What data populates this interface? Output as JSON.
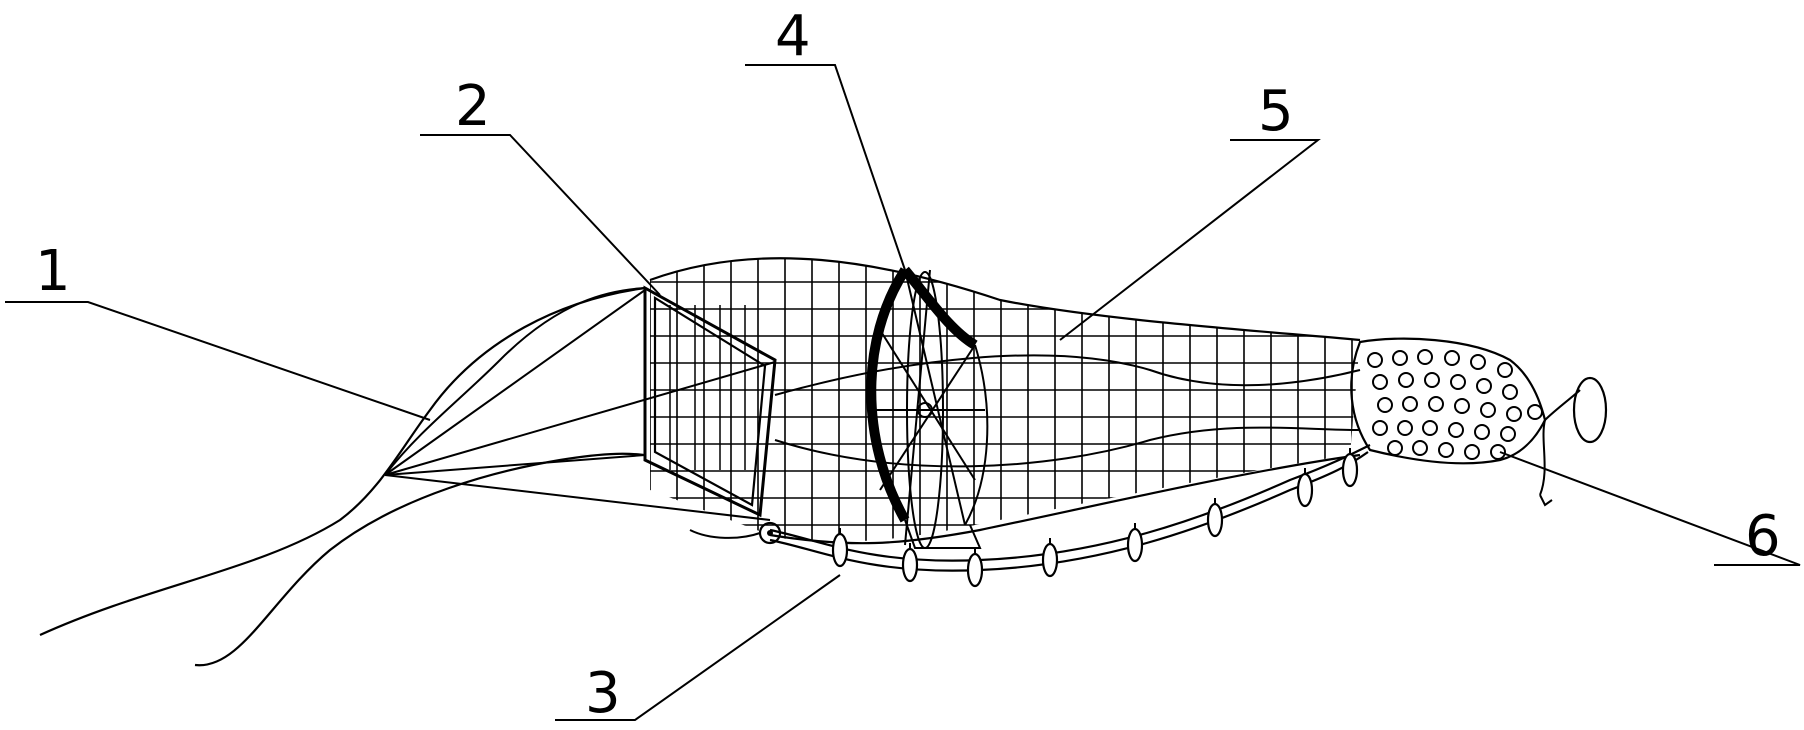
{
  "labels": {
    "l1": "1",
    "l2": "2",
    "l3": "3",
    "l4": "4",
    "l5": "5",
    "l6": "6"
  },
  "colors": {
    "ink": "#000000",
    "background": "#ffffff"
  }
}
